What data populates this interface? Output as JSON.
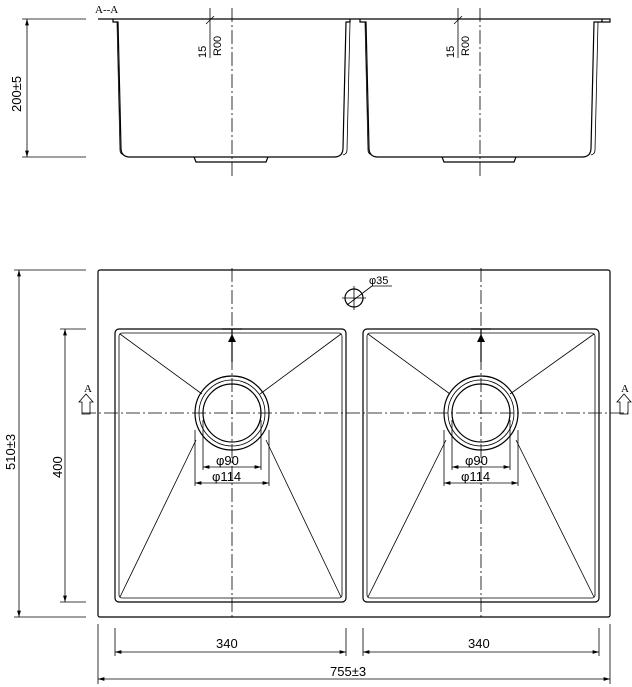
{
  "section_label": "A--A",
  "section_marker": "A",
  "dimensions": {
    "depth": "200±5",
    "radius": "15",
    "radius_value": "R00",
    "hole": "φ35",
    "drain_inner": "φ90",
    "drain_outer": "φ114",
    "height_overall": "510±3",
    "height_bowl": "400",
    "width_bowl": "340",
    "width_overall": "755±3"
  }
}
